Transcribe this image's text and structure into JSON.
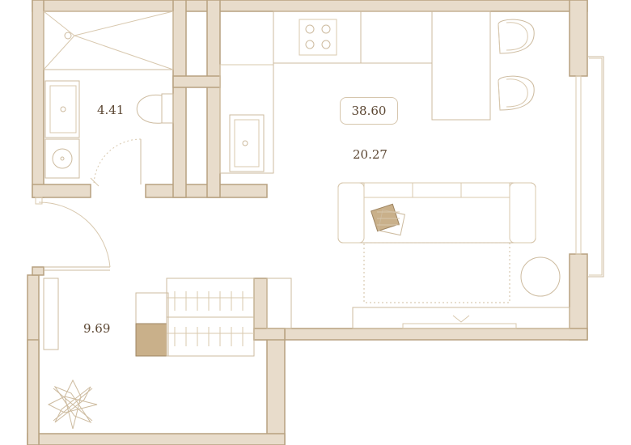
{
  "areas": {
    "total": "38.60",
    "living_room": "20.27",
    "bathroom": "4.41",
    "hallway": "9.69"
  },
  "colors": {
    "wall_fill": "#e8dccb",
    "wall_stroke": "#b7a180",
    "furniture_line": "#cdbb9f",
    "text": "#5b4632"
  }
}
